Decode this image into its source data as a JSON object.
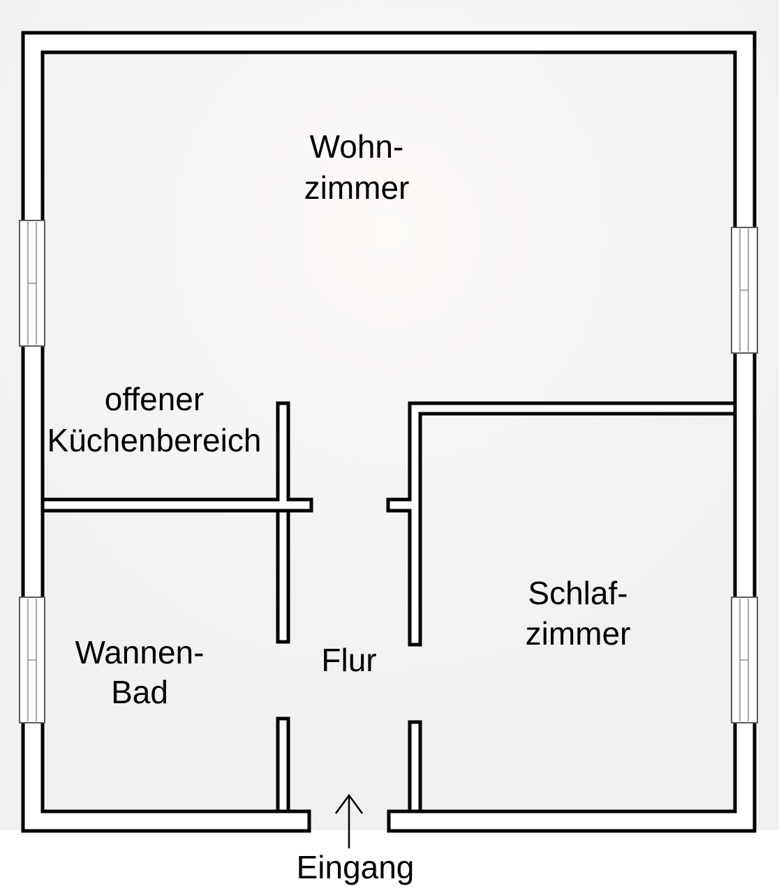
{
  "rooms": {
    "wohnzimmer": {
      "line1": "Wohn-",
      "line2": "zimmer"
    },
    "kueche": {
      "line1": "offener",
      "line2": "Küchenbereich"
    },
    "bad": {
      "line1": "Wannen-",
      "line2": "Bad"
    },
    "flur": {
      "line1": "Flur"
    },
    "schlafzimmer": {
      "line1": "Schlaf-",
      "line2": "zimmer"
    }
  },
  "entrance": {
    "label": "Eingang"
  },
  "colors": {
    "wall_stroke": "#000000",
    "background": "#ffffff",
    "window_frame": "#5a5a5a"
  }
}
